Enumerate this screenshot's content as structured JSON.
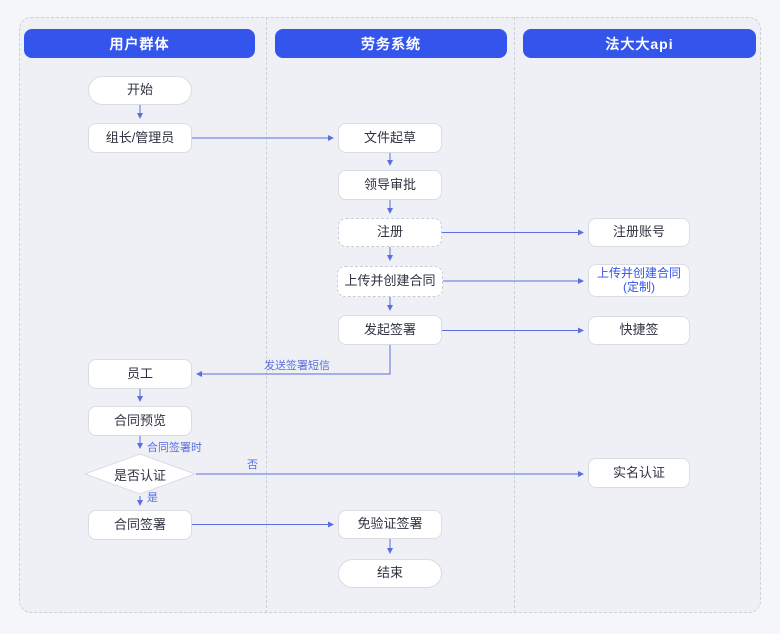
{
  "diagram": {
    "lanes": [
      {
        "label": "用户群体"
      },
      {
        "label": "劳务系统"
      },
      {
        "label": "法大大api"
      }
    ],
    "nodes": {
      "start": "开始",
      "leader": "组长/管理员",
      "draft": "文件起草",
      "approve": "领导审批",
      "register": "注册",
      "upload_create": "上传并创建合同",
      "initiate_sign": "发起签署",
      "employee": "员工",
      "contract_preview": "合同预览",
      "auth_decision": "是否认证",
      "contract_sign": "合同签署",
      "free_verify_sign": "免验证签署",
      "end": "结束",
      "register_account": "注册账号",
      "upload_create_custom_line1": "上传并创建合同",
      "upload_create_custom_line2": "(定制)",
      "quick_sign": "快捷签",
      "realname_auth": "实名认证"
    },
    "edge_labels": {
      "send_sms": "发送签署短信",
      "when_signing": "合同签署时",
      "no": "否",
      "yes": "是"
    },
    "colors": {
      "header_bg": "#3355ec",
      "arrow": "#5b6ee0",
      "node_border": "#d9dce3",
      "node_text": "#2e3340",
      "accent_text": "#3355eb",
      "lane_bg": "#eef0f5",
      "page_bg": "#f5f6f9"
    }
  }
}
